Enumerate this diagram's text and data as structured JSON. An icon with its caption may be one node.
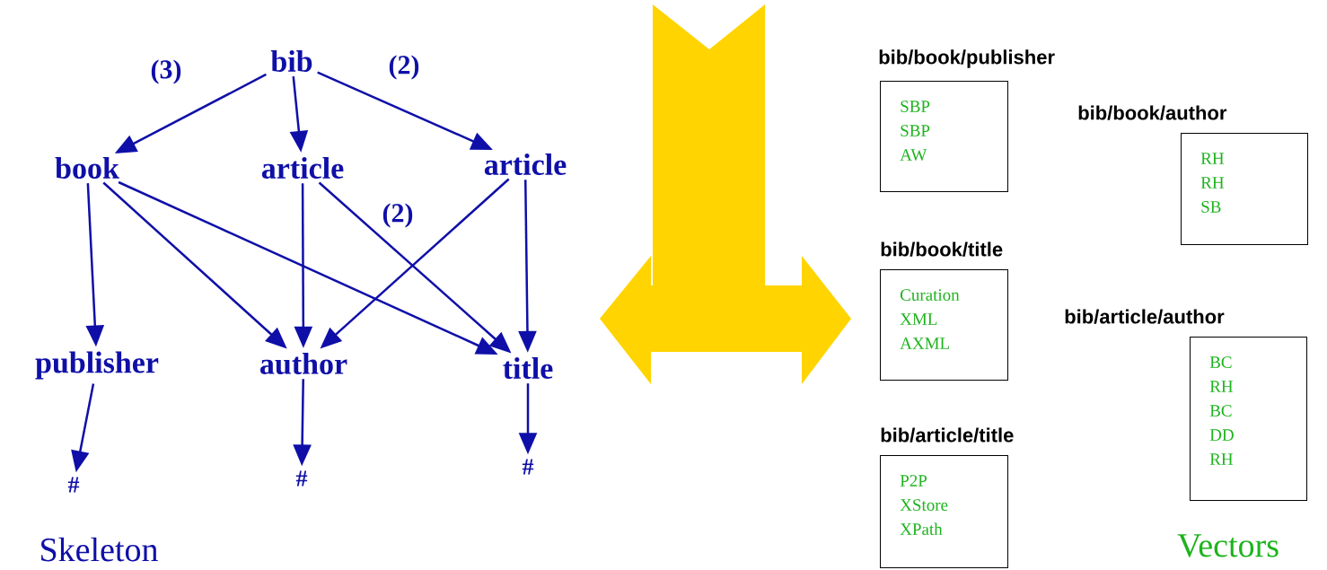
{
  "diagram": {
    "nodes": [
      {
        "text": [
          "bib"
        ]
      },
      {
        "text": [
          "book"
        ]
      },
      {
        "text": [
          "article"
        ]
      },
      {
        "text": [
          "article"
        ]
      },
      {
        "text": [
          "publisher"
        ]
      },
      {
        "text": [
          "author"
        ]
      },
      {
        "text": [
          "title"
        ]
      },
      {
        "text": [
          "#"
        ]
      },
      {
        "text": [
          "#"
        ]
      },
      {
        "text": [
          "#"
        ]
      },
      {
        "text": [
          "bib/book/publisher",
          "SBP",
          "SBP",
          "AW"
        ]
      },
      {
        "text": [
          "bib/book/author",
          "RH",
          "RH",
          "SB"
        ]
      },
      {
        "text": [
          "bib/book/title",
          "Curation",
          "XML",
          "AXML"
        ]
      },
      {
        "text": [
          "bib/article/author",
          "BC",
          "RH",
          "BC",
          "DD",
          "RH"
        ]
      },
      {
        "text": [
          "bib/article/title",
          "P2P",
          "XStore",
          "XPath"
        ]
      }
    ],
    "edges": [
      {
        "from": 0,
        "to": 1,
        "arrow": "to",
        "label": "(3)"
      },
      {
        "from": 0,
        "to": 2,
        "arrow": "to"
      },
      {
        "from": 0,
        "to": 3,
        "arrow": "to",
        "label": "(2)"
      },
      {
        "from": 1,
        "to": 4,
        "arrow": "to"
      },
      {
        "from": 1,
        "to": 5,
        "arrow": "to"
      },
      {
        "from": 1,
        "to": 6,
        "arrow": "to"
      },
      {
        "from": 2,
        "to": 5,
        "arrow": "to"
      },
      {
        "from": 2,
        "to": 6,
        "arrow": "to",
        "label": "(2)"
      },
      {
        "from": 3,
        "to": 5,
        "arrow": "to"
      },
      {
        "from": 3,
        "to": 6,
        "arrow": "to"
      },
      {
        "from": 4,
        "to": 7,
        "arrow": "to"
      },
      {
        "from": 5,
        "to": 8,
        "arrow": "to"
      },
      {
        "from": 6,
        "to": 9,
        "arrow": "to"
      }
    ],
    "labels": [
      "Skeleton",
      "Vectors"
    ]
  }
}
